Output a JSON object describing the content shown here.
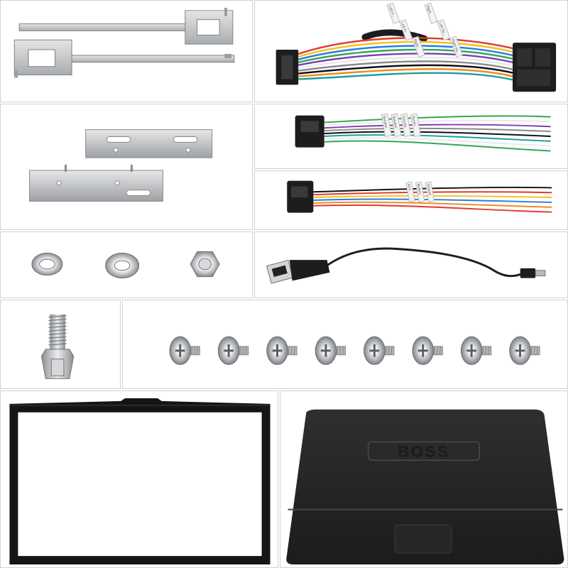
{
  "image": {
    "subject": "car stereo accessory kit contents",
    "background": "#ffffff",
    "colors": {
      "metal": "#c7c9cb",
      "metal_dark": "#8e9195",
      "plastic_black": "#1d1d1d",
      "case_black": "#2b2b2b"
    }
  },
  "box_logo": {
    "text": "BOSS"
  },
  "harness_tags": {
    "large_harness": [
      "Left Fr...",
      "Left Fr...",
      "Right...",
      "Right...",
      "Left Re...",
      "Right Re..."
    ],
    "speaker_harness": [
      "Speaker",
      "Speaker",
      "Ground",
      "Illumin..."
    ],
    "power_harness": [
      "ACC",
      "Battery",
      "Ground"
    ]
  },
  "wire_colors": [
    "#e03a2f",
    "#f3c21a",
    "#2a7de1",
    "#34a853",
    "#7b3fb5",
    "#e9e9e9",
    "#8a8a8a",
    "#111111",
    "#f08a24",
    "#1aa0a0"
  ],
  "screws": {
    "count": 8
  },
  "items": [
    "removal-keys",
    "wiring-harness-main",
    "mounting-brackets",
    "speaker-harness",
    "power-harness",
    "washers-and-nut",
    "usb-cable",
    "threaded-bolt",
    "mounting-screws",
    "trim-frame",
    "carrying-case"
  ]
}
